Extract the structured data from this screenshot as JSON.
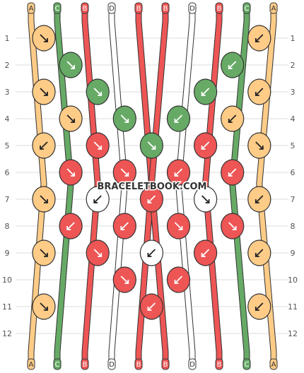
{
  "watermark": "BRACELETBOOK.COM",
  "colors": {
    "A": "#FFCC88",
    "C": "#66AA66",
    "B": "#EE5555",
    "D": "#FFFFFF",
    "outline": "#333333",
    "grid": "#bbbbbb"
  },
  "top_strands": [
    "A",
    "C",
    "B",
    "D",
    "B",
    "B",
    "D",
    "B",
    "C",
    "A"
  ],
  "bottom_strands": [
    "A",
    "C",
    "B",
    "D",
    "B",
    "B",
    "D",
    "B",
    "C",
    "A"
  ],
  "row_numbers": [
    "1",
    "2",
    "3",
    "4",
    "5",
    "6",
    "7",
    "8",
    "9",
    "10",
    "11",
    "12"
  ],
  "knots": [
    {
      "row": 1,
      "col": 0,
      "color": "A",
      "dir": "br"
    },
    {
      "row": 1,
      "col": 8,
      "color": "A",
      "dir": "bl"
    },
    {
      "row": 2,
      "col": 1,
      "color": "C",
      "dir": "br"
    },
    {
      "row": 2,
      "col": 7,
      "color": "C",
      "dir": "bl"
    },
    {
      "row": 3,
      "col": 0,
      "color": "A",
      "dir": "br"
    },
    {
      "row": 3,
      "col": 2,
      "color": "C",
      "dir": "br"
    },
    {
      "row": 3,
      "col": 6,
      "color": "C",
      "dir": "bl"
    },
    {
      "row": 3,
      "col": 8,
      "color": "A",
      "dir": "bl"
    },
    {
      "row": 4,
      "col": 1,
      "color": "A",
      "dir": "br"
    },
    {
      "row": 4,
      "col": 3,
      "color": "C",
      "dir": "br"
    },
    {
      "row": 4,
      "col": 5,
      "color": "C",
      "dir": "bl"
    },
    {
      "row": 4,
      "col": 7,
      "color": "A",
      "dir": "bl"
    },
    {
      "row": 5,
      "col": 0,
      "color": "A",
      "dir": "bl"
    },
    {
      "row": 5,
      "col": 2,
      "color": "B",
      "dir": "br"
    },
    {
      "row": 5,
      "col": 4,
      "color": "C",
      "dir": "br"
    },
    {
      "row": 5,
      "col": 6,
      "color": "B",
      "dir": "bl"
    },
    {
      "row": 5,
      "col": 8,
      "color": "A",
      "dir": "br"
    },
    {
      "row": 6,
      "col": 1,
      "color": "B",
      "dir": "br"
    },
    {
      "row": 6,
      "col": 3,
      "color": "B",
      "dir": "br"
    },
    {
      "row": 6,
      "col": 5,
      "color": "B",
      "dir": "bl"
    },
    {
      "row": 6,
      "col": 7,
      "color": "B",
      "dir": "bl"
    },
    {
      "row": 7,
      "col": 0,
      "color": "A",
      "dir": "br"
    },
    {
      "row": 7,
      "col": 2,
      "color": "D",
      "dir": "bl"
    },
    {
      "row": 7,
      "col": 4,
      "color": "B",
      "dir": "bl"
    },
    {
      "row": 7,
      "col": 6,
      "color": "D",
      "dir": "br"
    },
    {
      "row": 7,
      "col": 8,
      "color": "A",
      "dir": "bl"
    },
    {
      "row": 8,
      "col": 1,
      "color": "B",
      "dir": "bl"
    },
    {
      "row": 8,
      "col": 3,
      "color": "B",
      "dir": "bl"
    },
    {
      "row": 8,
      "col": 5,
      "color": "B",
      "dir": "br"
    },
    {
      "row": 8,
      "col": 7,
      "color": "B",
      "dir": "br"
    },
    {
      "row": 9,
      "col": 0,
      "color": "A",
      "dir": "br"
    },
    {
      "row": 9,
      "col": 2,
      "color": "B",
      "dir": "br"
    },
    {
      "row": 9,
      "col": 4,
      "color": "D",
      "dir": "bl"
    },
    {
      "row": 9,
      "col": 6,
      "color": "B",
      "dir": "bl"
    },
    {
      "row": 9,
      "col": 8,
      "color": "A",
      "dir": "bl"
    },
    {
      "row": 10,
      "col": 3,
      "color": "B",
      "dir": "br"
    },
    {
      "row": 10,
      "col": 5,
      "color": "B",
      "dir": "bl"
    },
    {
      "row": 11,
      "col": 0,
      "color": "A",
      "dir": "br"
    },
    {
      "row": 11,
      "col": 4,
      "color": "B",
      "dir": "bl"
    },
    {
      "row": 11,
      "col": 8,
      "color": "A",
      "dir": "bl"
    }
  ]
}
